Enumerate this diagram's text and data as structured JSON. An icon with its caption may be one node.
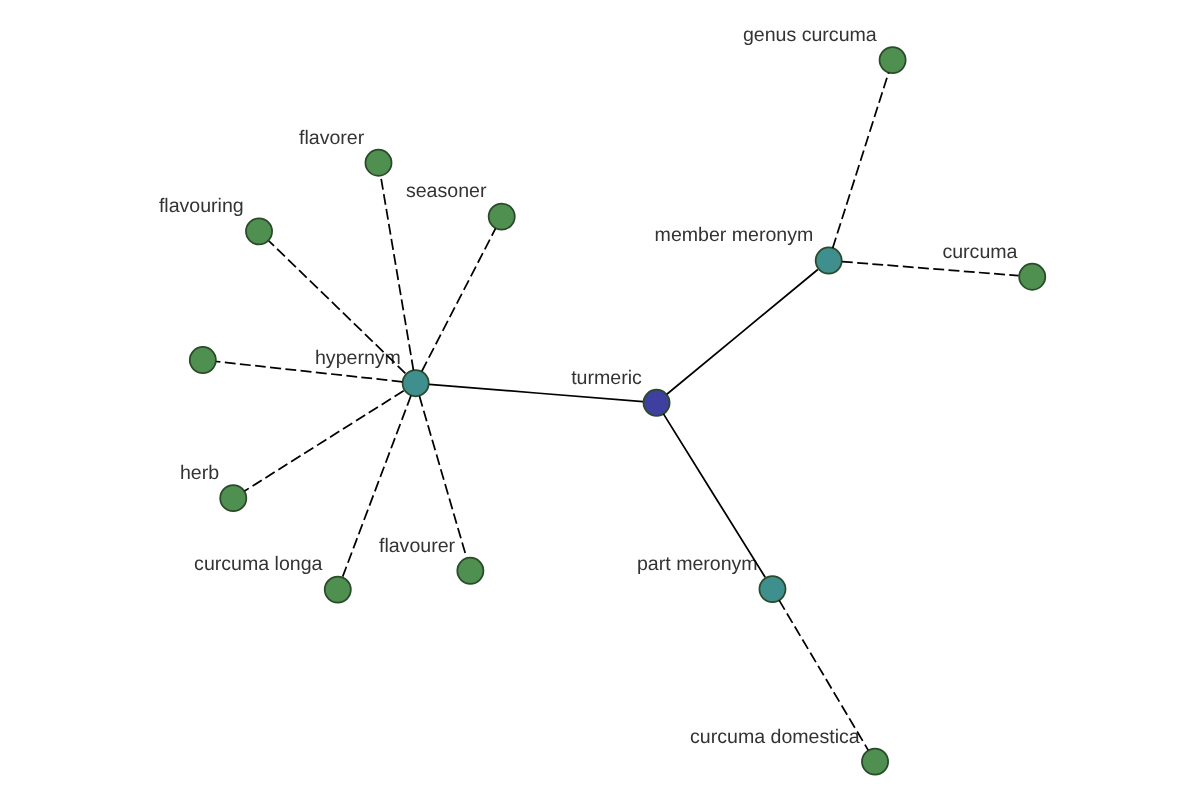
{
  "diagram": {
    "nodes": [
      {
        "text": [],
        "shape": "circle"
      },
      {
        "text": [
          "seasoner"
        ]
      },
      {
        "text": [
          "curcuma longa"
        ]
      },
      {
        "text": [
          "flavouring"
        ]
      },
      {
        "text": [
          "flavorer"
        ]
      },
      {
        "text": [
          "hypernym"
        ]
      },
      {
        "text": [
          "curcuma domestica"
        ]
      },
      {
        "text": [
          "part meronym"
        ]
      },
      {
        "text": [
          "herb"
        ]
      },
      {
        "text": [
          "flavourer"
        ]
      },
      {
        "text": [
          "turmeric"
        ]
      },
      {
        "text": [
          "genus curcuma"
        ]
      },
      {
        "text": [
          "member meronym"
        ]
      },
      {
        "text": [
          "curcuma"
        ]
      }
    ],
    "edges": [
      {
        "from": 10,
        "to": 5,
        "arrow": "none"
      },
      {
        "from": 10,
        "to": 7,
        "arrow": "none"
      },
      {
        "from": 10,
        "to": 12,
        "arrow": "none"
      },
      {
        "from": 5,
        "to": 0,
        "arrow": "none",
        "style": "dashed"
      },
      {
        "from": 5,
        "to": 1,
        "arrow": "none",
        "style": "dashed"
      },
      {
        "from": 5,
        "to": 2,
        "arrow": "none",
        "style": "dashed"
      },
      {
        "from": 5,
        "to": 3,
        "arrow": "none",
        "style": "dashed"
      },
      {
        "from": 5,
        "to": 4,
        "arrow": "none",
        "style": "dashed"
      },
      {
        "from": 5,
        "to": 9,
        "arrow": "none",
        "style": "dashed"
      },
      {
        "from": 5,
        "to": 8,
        "arrow": "none",
        "style": "dashed"
      },
      {
        "from": 7,
        "to": 6,
        "arrow": "none",
        "style": "dashed"
      },
      {
        "from": 12,
        "to": 11,
        "arrow": "none",
        "style": "dashed"
      },
      {
        "from": 12,
        "to": 13,
        "arrow": "none",
        "style": "dashed"
      }
    ]
  }
}
